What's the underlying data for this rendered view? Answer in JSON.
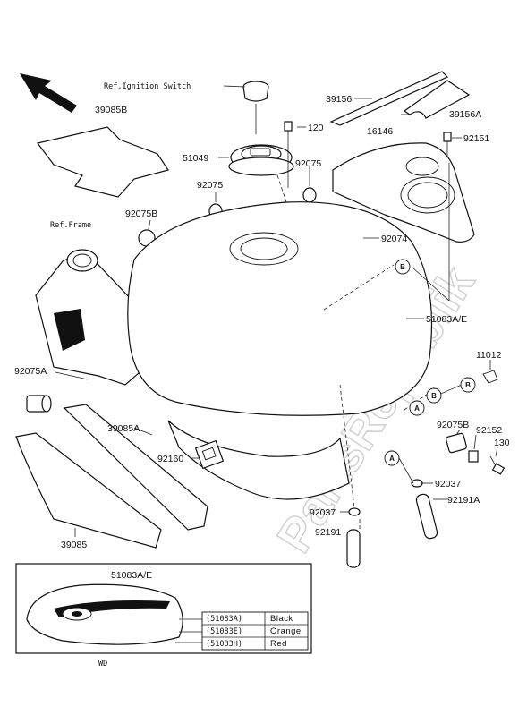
{
  "watermark": "PartsRepublik",
  "reference_labels": {
    "ignition_switch": "Ref.Ignition Switch",
    "frame": "Ref.Frame"
  },
  "part_labels": {
    "p39156": "39156",
    "p39156A": "39156A",
    "p39085B": "39085B",
    "p120": "120",
    "p92151": "92151",
    "p16146": "16146",
    "p51049": "51049",
    "p92075_top": "92075",
    "p92075_left": "92075",
    "p92075B_left": "92075B",
    "p92074": "92074",
    "p51083AE": "51083A/E",
    "p11012": "11012",
    "p92075A": "92075A",
    "p39085A": "39085A",
    "p92075B_right": "92075B",
    "p92152": "92152",
    "p130": "130",
    "p92160": "92160",
    "p92037_right": "92037",
    "p92191A": "92191A",
    "p92037_left": "92037",
    "p92191": "92191",
    "p39085": "39085"
  },
  "callouts": {
    "b1": "B",
    "b2": "B",
    "b3": "B",
    "a1": "A",
    "a2": "A"
  },
  "inset": {
    "title": "51083A/E",
    "footer": "WD",
    "color_table": [
      {
        "code": "(51083A)",
        "color": "Black"
      },
      {
        "code": "(51083E)",
        "color": "Orange"
      },
      {
        "code": "(51083H)",
        "color": "Red"
      }
    ]
  }
}
